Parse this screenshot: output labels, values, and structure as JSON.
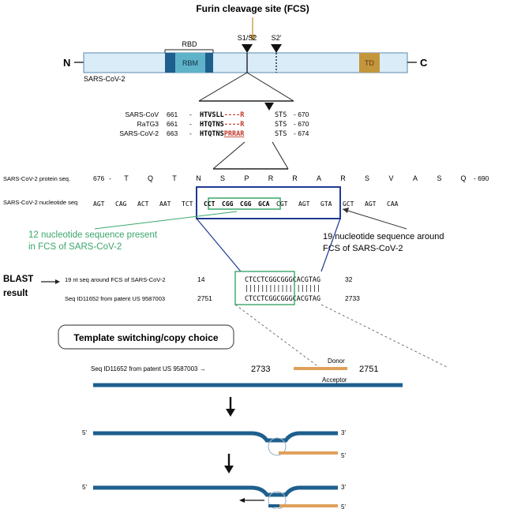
{
  "header": {
    "title": "Furin cleavage site (FCS)"
  },
  "protein_bar": {
    "n_label": "N",
    "c_label": "C",
    "rbd_label": "RBD",
    "rbm_label": "RBM",
    "s1s2_label": "S1/S2",
    "s2prime_label": "S2'",
    "td_label": "TD",
    "virus_label": "SARS-CoV-2",
    "colors": {
      "bar_fill": "#d9ecf7",
      "bar_stroke": "#5a8ab0",
      "rbd": "#1e5f8e",
      "rbm": "#5fb3c9",
      "td": "#c4963c"
    }
  },
  "alignment": {
    "rows": [
      {
        "name": "SARS-CoV",
        "start": "661",
        "dash": "-",
        "seq_pre": "HTVSLL",
        "seq_red": "----R",
        "seq_post": "STS",
        "end": "- 670"
      },
      {
        "name": "RaTG3",
        "start": "661",
        "dash": "-",
        "seq_pre": "HTQTNS",
        "seq_red": "----R",
        "seq_post": "STS",
        "end": "- 670"
      },
      {
        "name": "SARS-CoV-2",
        "start": "663",
        "dash": "-",
        "seq_pre": "HTQTNS",
        "seq_red": "PRRAR",
        "seq_post": "STS",
        "end": "- 674"
      }
    ]
  },
  "protein_seq": {
    "label": "SARS-CoV-2 protein seq.",
    "start": "676",
    "dash": "-",
    "residues": [
      "T",
      "Q",
      "T",
      "N",
      "S",
      "P",
      "R",
      "R",
      "A",
      "R",
      "S",
      "V",
      "A",
      "S",
      "Q"
    ],
    "end": "- 690"
  },
  "nucleotide_seq": {
    "label": "SARS-CoV-2 nucleotide seq",
    "codons_before": [
      "AGT",
      "CAG",
      "ACT",
      "AAT",
      "TCT"
    ],
    "codons_highlight": [
      "CCT",
      "CGG",
      "CGG",
      "GCA"
    ],
    "codons_after": [
      "CGT",
      "AGT",
      "GTA",
      "GCT",
      "AGT",
      "CAA"
    ]
  },
  "callouts": {
    "left_line1": "12 nucleotide sequence present",
    "left_line2": "in FCS of SARS-CoV-2",
    "right_line1": "19 nucleotide sequence around",
    "right_line2": "FCS of SARS-CoV-2",
    "left_color": "#3aa66a"
  },
  "blast": {
    "label_line1": "BLAST",
    "label_line2": "result",
    "row1": {
      "name": "19 nt seq around FCS of SARS-CoV-2",
      "start": "14",
      "seq": "CTCCTCGGCGGGCACGTAG",
      "end": "32"
    },
    "row2": {
      "name": "Seq ID11652 from patent US 9587003",
      "start": "2751",
      "seq": "CTCCTCGGCGGGCACGTAG",
      "end": "2733"
    },
    "match_marks": "|||||||||||||||||||"
  },
  "template": {
    "box_label": "Template switching/copy choice",
    "seq_label": "Seq ID11652 from patent  US 9587003 →",
    "left_num": "2733",
    "right_num": "2751",
    "donor_label": "Donor",
    "acceptor_label": "Acceptor",
    "five_prime": "5'",
    "three_prime": "3'",
    "colors": {
      "acceptor": "#1e5f8e",
      "donor": "#e0a05a"
    }
  }
}
